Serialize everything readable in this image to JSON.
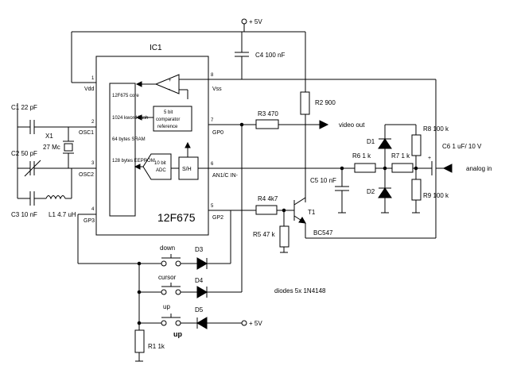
{
  "ic": {
    "ref": "IC1",
    "part": "12F675",
    "blocks": [
      "12F675 core",
      "1024 kword flash",
      "64 bytes SRAM",
      "128 bytes EEPROM"
    ],
    "comparator": [
      "5 bit",
      "comparator",
      "reference"
    ],
    "adc": [
      "10 bit",
      "ADC"
    ],
    "sh": "S/H",
    "pins": {
      "p1": "1",
      "p2": "2",
      "p3": "3",
      "p4": "4",
      "p5": "5",
      "p6": "6",
      "p7": "7",
      "p8": "8",
      "vdd": "Vdd",
      "osc1": "OSC1",
      "osc2": "OSC2",
      "gp3": "GP3",
      "vss": "Vss",
      "gp0": "GP0",
      "an1": "AN1/C IN-",
      "gp2": "GP2"
    }
  },
  "supply": {
    "top": "+ 5V",
    "bottom": "+ 5V"
  },
  "components": {
    "c4": "C4  100 nF",
    "c1": "C1  22 pF",
    "x1a": "X1",
    "x1b": "27 Mc",
    "c2": "C2  50 pF",
    "c3": "C3  10 nF",
    "l1": "L1  4.7 uH",
    "r3": "R3  470",
    "r2": "R2  900",
    "video": "video out",
    "r8": "R8  100 k",
    "d1": "D1",
    "c6": "C6  1 uF/ 10 V",
    "analog": "analog in",
    "r6": "R6  1 k",
    "r7": "R7  1 k",
    "c5": "C5  10 nF",
    "d2": "D2",
    "r9": "R9  100 k",
    "r4": "R4  4k7",
    "t1": "T1",
    "r5": "R5  47 k",
    "bc547": "BC547",
    "sw_down": "down",
    "sw_cursor": "cursor",
    "sw_up": "up",
    "sw_up2": "up",
    "d3": "D3",
    "d4": "D4",
    "d5": "D5",
    "diodes": "diodes 5x  1N4148",
    "r1": "R1  1k"
  }
}
